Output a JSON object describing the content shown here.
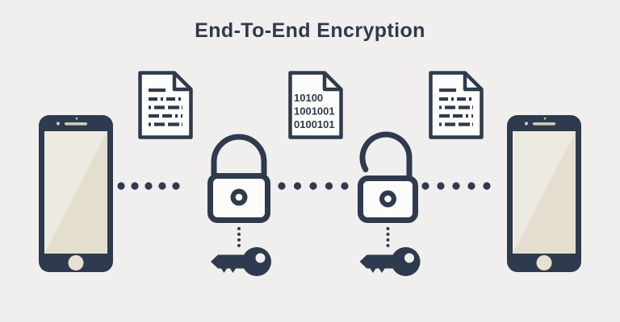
{
  "title": "End-To-End Encryption",
  "colors": {
    "background": "#f0efed",
    "ink": "#2e3a4d",
    "paper": "#fcfcfa",
    "screen_highlight": "#edeae1",
    "screen_base": "#e4decf",
    "phone_accent_beige": "#e7e1d2",
    "phone_detail_beige": "#cfc9ba"
  },
  "binary_document": {
    "lines": [
      "10100",
      "1001001",
      "0100101"
    ]
  },
  "icons": {
    "left_phone": "smartphone-icon",
    "left_document": "text-document-icon",
    "closed_lock": "padlock-locked-icon",
    "binary_document": "binary-document-icon",
    "open_lock": "padlock-unlocked-icon",
    "right_document": "text-document-icon",
    "right_phone": "smartphone-icon",
    "keys": "key-icon",
    "connections": "dotted-line"
  }
}
